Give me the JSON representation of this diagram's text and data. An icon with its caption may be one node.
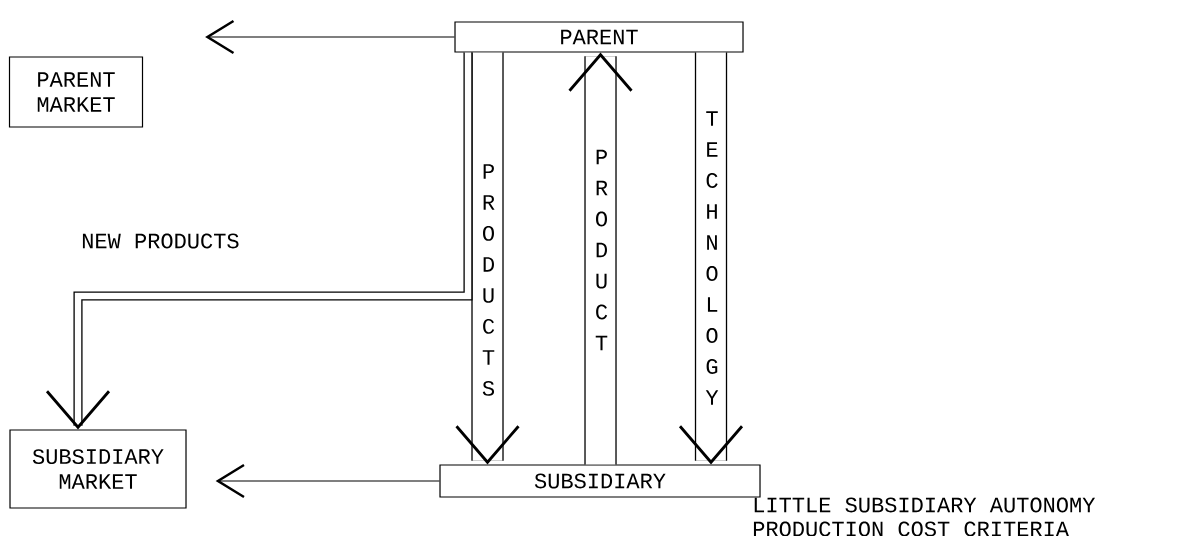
{
  "diagram": {
    "nodes": [
      {
        "text": [
          "PARENT MARKET"
        ]
      },
      {
        "text": [
          "PARENT"
        ]
      },
      {
        "text": [
          "SUBSIDIARY MARKET"
        ]
      },
      {
        "text": [
          "SUBSIDIARY"
        ]
      }
    ],
    "edges": [
      {
        "from": 1,
        "to": 0,
        "arrow": "to"
      },
      {
        "from": 1,
        "to": 3,
        "arrow": "to",
        "label": "PRODUCTS",
        "style": "thick"
      },
      {
        "from": 3,
        "to": 1,
        "arrow": "to",
        "label": "PRODUCT",
        "style": "thick"
      },
      {
        "from": 1,
        "to": 3,
        "arrow": "to",
        "label": "TECHNOLOGY",
        "style": "thick"
      },
      {
        "from": 3,
        "to": 2,
        "arrow": "to"
      },
      {
        "from": 1,
        "to": 2,
        "arrow": "to",
        "label": "NEW PRODUCTS"
      }
    ],
    "labels": [
      "LITTLE SUBSIDIARY AUTONOMY",
      "PRODUCTION COST CRITERIA"
    ]
  }
}
